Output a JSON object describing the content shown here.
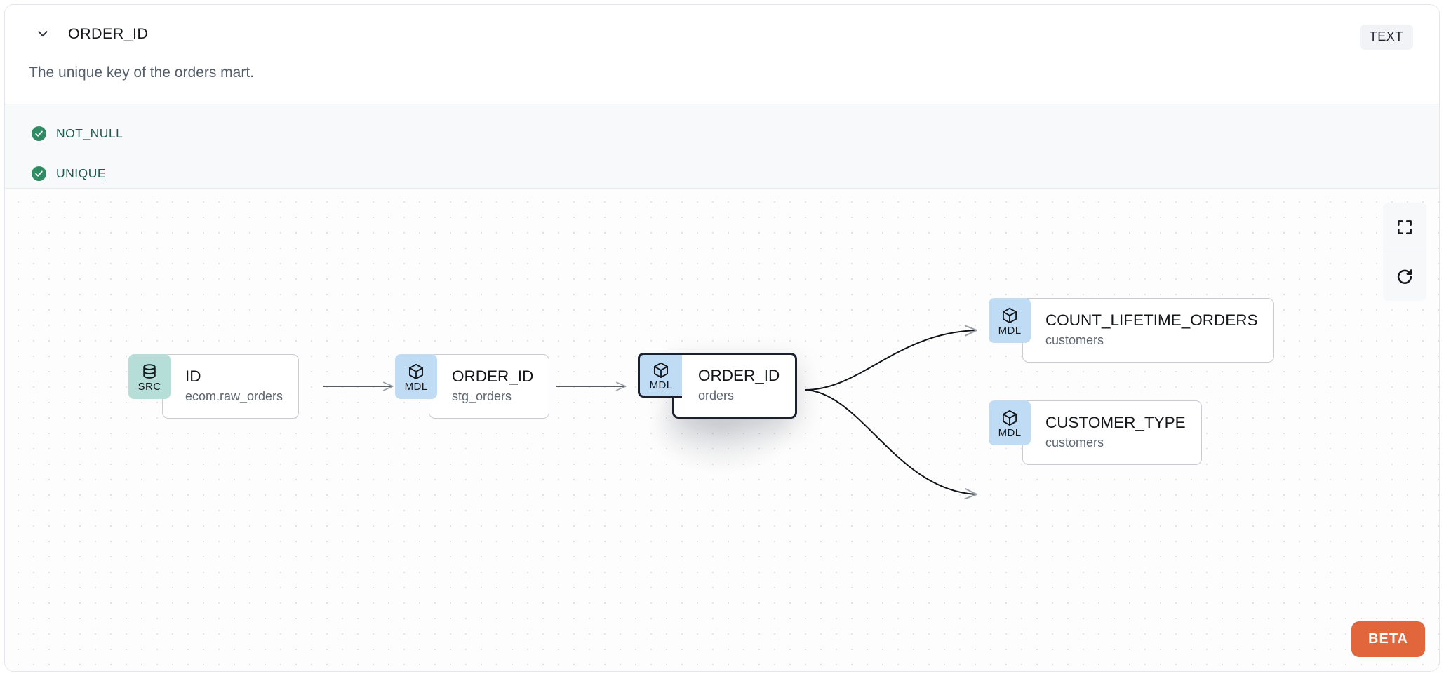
{
  "header": {
    "chevron_icon": "chevron-down-icon",
    "title": "ORDER_ID",
    "description": "The unique key of the orders mart.",
    "type_badge": "TEXT"
  },
  "tests": {
    "items": [
      {
        "label": "NOT_NULL",
        "status_icon": "check-circle-icon",
        "status": "passing"
      },
      {
        "label": "UNIQUE",
        "status_icon": "check-circle-icon",
        "status": "passing"
      }
    ]
  },
  "lineage": {
    "nodes": [
      {
        "kind": "SRC",
        "kind_icon": "database-icon",
        "name": "ID",
        "parent": "ecom.raw_orders",
        "selected": false
      },
      {
        "kind": "MDL",
        "kind_icon": "cube-icon",
        "name": "ORDER_ID",
        "parent": "stg_orders",
        "selected": false
      },
      {
        "kind": "MDL",
        "kind_icon": "cube-icon",
        "name": "ORDER_ID",
        "parent": "orders",
        "selected": true
      },
      {
        "kind": "MDL",
        "kind_icon": "cube-icon",
        "name": "COUNT_LIFETIME_ORDERS",
        "parent": "customers",
        "selected": false
      },
      {
        "kind": "MDL",
        "kind_icon": "cube-icon",
        "name": "CUSTOMER_TYPE",
        "parent": "customers",
        "selected": false
      }
    ],
    "controls": [
      {
        "name": "fit-view-button",
        "icon": "fit-view-icon"
      },
      {
        "name": "refresh-button",
        "icon": "refresh-icon"
      }
    ],
    "beta_label": "BETA"
  },
  "colors": {
    "src_badge": "#b6ded9",
    "mdl_badge": "#bfdcf4",
    "test_pass": "#2e8b64",
    "beta": "#e2663c",
    "selected_border": "#1b2030"
  }
}
